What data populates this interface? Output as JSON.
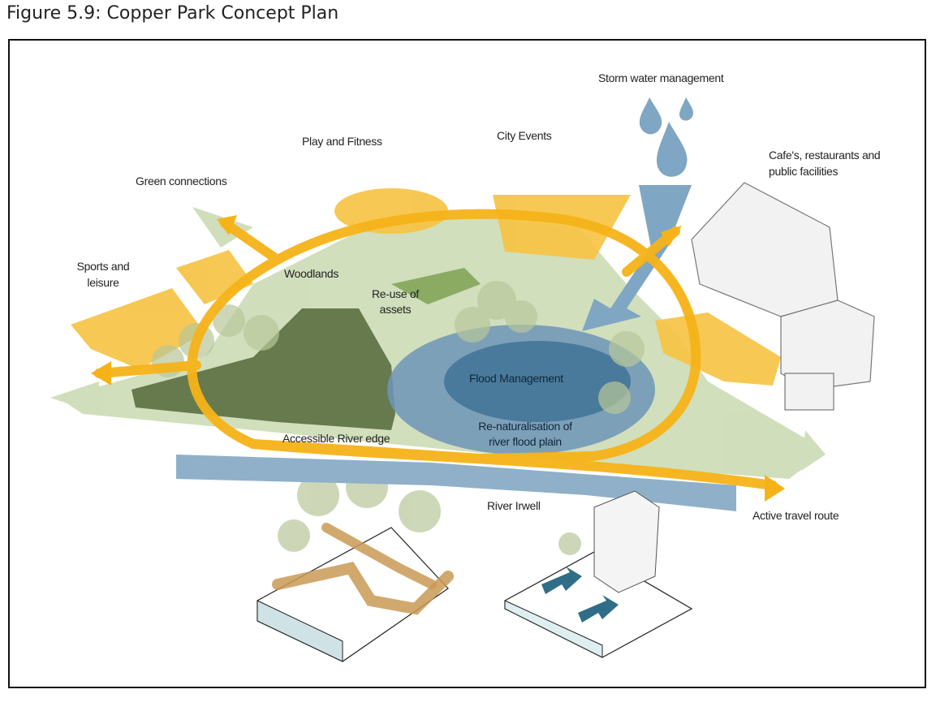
{
  "figure": {
    "title": "Figure 5.9: Copper Park Concept Plan"
  },
  "labels": {
    "storm_water": "Storm water management",
    "play_fitness": "Play and Fitness",
    "city_events": "City Events",
    "cafes": "Cafe's, restaurants and public facilities",
    "green_connections": "Green connections",
    "sports_leisure": "Sports and leisure",
    "woodlands": "Woodlands",
    "reuse_assets": "Re-use of assets",
    "flood_management": "Flood Management",
    "renaturalisation": "Re-naturalisation of river flood plain",
    "accessible_river_edge": "Accessible River edge",
    "river_irwell": "River Irwell",
    "active_travel": "Active travel route"
  },
  "colors": {
    "route": "#f6b319",
    "zone_yellow": "#f6c344",
    "green_light": "#c9d9b0",
    "woodland": "#667a4e",
    "flood_outer": "#6f95b9",
    "flood_inner": "#3f7397",
    "river": "#8fb0c8",
    "storm": "#7fa6c2",
    "brown_route": "#c99a55",
    "teal_arrow": "#2f6e86"
  }
}
